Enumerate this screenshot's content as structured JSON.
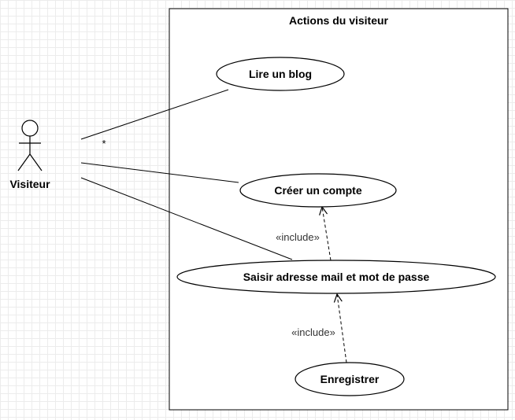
{
  "system": {
    "title": "Actions du visiteur"
  },
  "actor": {
    "name": "Visiteur"
  },
  "use_cases": {
    "lire_blog": "Lire un blog",
    "creer_compte": "Créer un compte",
    "saisir": "Saisir adresse mail et mot de passe",
    "enregistrer": "Enregistrer"
  },
  "relations": {
    "include_1": "«include»",
    "include_2": "«include»",
    "multiplicity": "*"
  }
}
